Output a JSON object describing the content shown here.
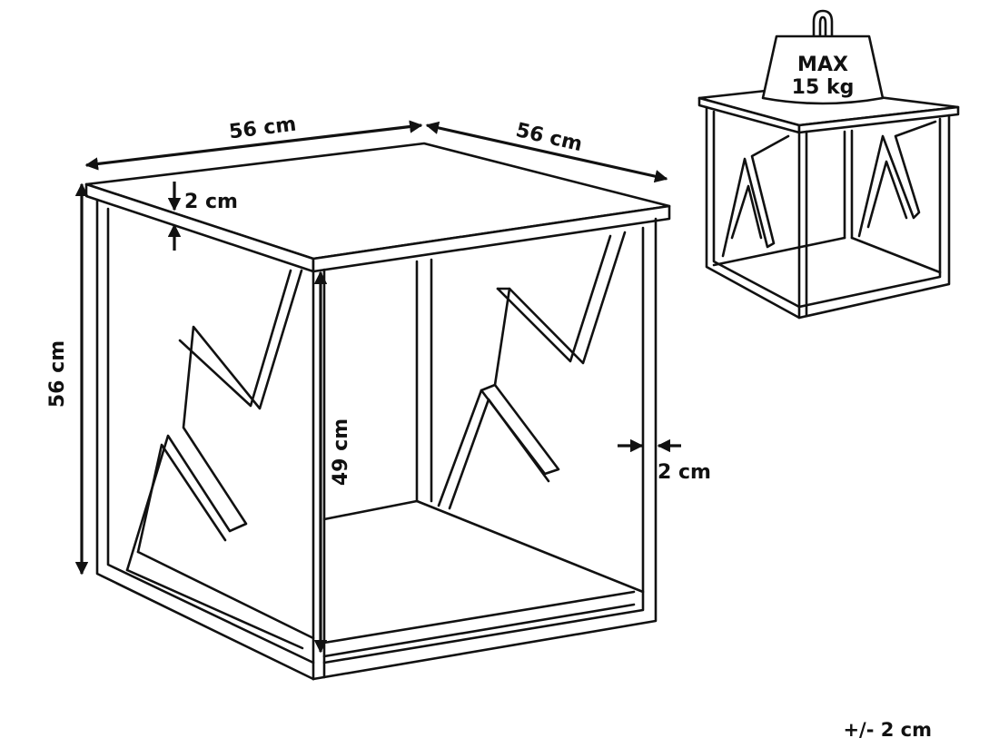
{
  "dimensions": {
    "width_left": "56 cm",
    "width_right": "56 cm",
    "top_thickness": "2 cm",
    "height_total": "56 cm",
    "inner_height": "49 cm",
    "frame_thickness": "2 cm"
  },
  "weight": {
    "line1": "MAX",
    "line2": "15 kg"
  },
  "tolerance": "+/- 2 cm"
}
